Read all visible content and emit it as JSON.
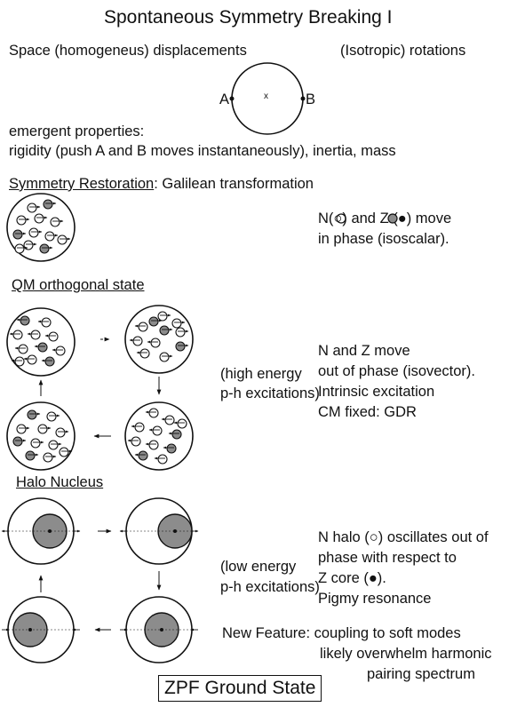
{
  "title": "Spontaneous Symmetry Breaking I",
  "section1": {
    "left_heading": "Space (homogeneus) displacements",
    "right_heading": "(Isotropic) rotations",
    "label_a": "A",
    "label_b": "B",
    "center_mark": "x",
    "emergent_label": "emergent properties:",
    "emergent_text": "rigidity (push A and B moves instantaneously), inertia, mass"
  },
  "symmetry_restoration": {
    "heading_underlined": "Symmetry Restoration",
    "heading_rest": ": Galilean transformation",
    "desc_line1": "N(○) and Z (●) move",
    "desc_line2": "in phase (isoscalar)."
  },
  "qm_orthogonal": {
    "heading": "QM orthogonal state",
    "mid_line1": "(high energy",
    "mid_line2": "p-h excitations)",
    "desc_lines": [
      "N and Z move",
      "out of phase (isovector).",
      "Intrinsic excitation",
      "CM fixed: GDR"
    ]
  },
  "halo": {
    "heading": "Halo Nucleus",
    "mid_line1": "(low energy",
    "mid_line2": "p-h excitations)",
    "desc_lines": [
      "N halo (○) oscillates out of",
      "phase with respect to",
      "Z core (●).",
      "Pigmy resonance"
    ],
    "new_feature_lines": [
      "New Feature: coupling to soft modes",
      "likely overwhelm harmonic",
      "pairing spectrum"
    ]
  },
  "boxed_label": "ZPF Ground State",
  "colors": {
    "ink": "#111111",
    "gray_fill": "#8c8c8c",
    "background": "#ffffff"
  }
}
